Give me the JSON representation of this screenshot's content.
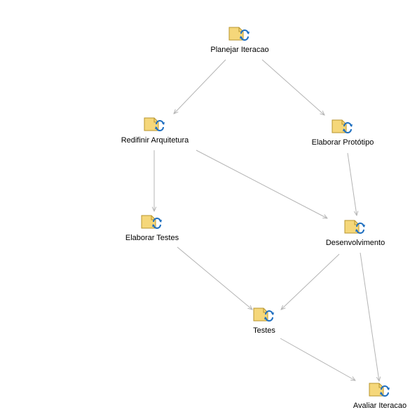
{
  "diagram": {
    "nodes": [
      {
        "id": "planejar",
        "label": "Planejar Iteracao"
      },
      {
        "id": "redifinir",
        "label": "Redifinir Arquitetura"
      },
      {
        "id": "prototipo",
        "label": "Elaborar Protótipo"
      },
      {
        "id": "elab-testes",
        "label": "Elaborar Testes"
      },
      {
        "id": "desenv",
        "label": "Desenvolvimento"
      },
      {
        "id": "testes",
        "label": "Testes"
      },
      {
        "id": "avaliar",
        "label": "Avaliar Iteracao"
      }
    ],
    "edges": [
      {
        "from": "planejar",
        "to": "redifinir"
      },
      {
        "from": "planejar",
        "to": "prototipo"
      },
      {
        "from": "redifinir",
        "to": "elab-testes"
      },
      {
        "from": "redifinir",
        "to": "desenv"
      },
      {
        "from": "prototipo",
        "to": "desenv"
      },
      {
        "from": "elab-testes",
        "to": "testes"
      },
      {
        "from": "desenv",
        "to": "testes"
      },
      {
        "from": "desenv",
        "to": "avaliar"
      },
      {
        "from": "testes",
        "to": "avaliar"
      }
    ],
    "node_icon": "activity-folder-refresh-icon",
    "colors": {
      "folder_fill": "#f5d77a",
      "folder_stroke": "#b8962e",
      "refresh": "#1f6fc0",
      "edge": "#b4b4b4"
    }
  }
}
